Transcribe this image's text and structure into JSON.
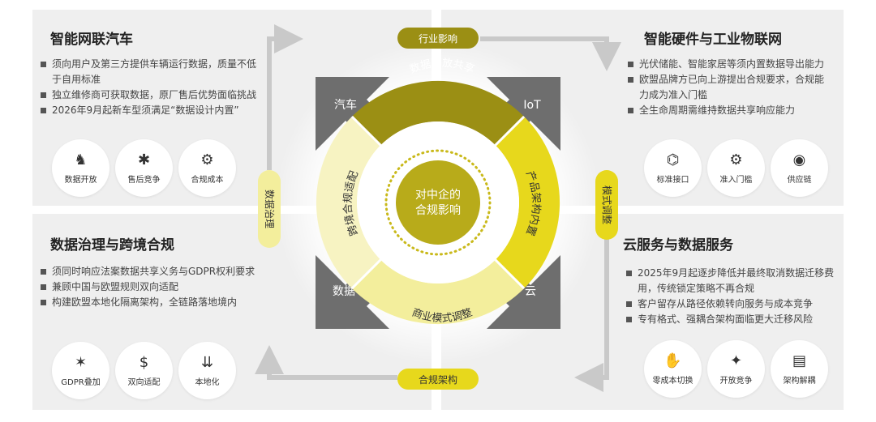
{
  "panels": {
    "tl": {
      "title": "智能网联汽车",
      "bullets": [
        "须向用户及第三方提供车辆运行数据，质量不低于自用标准",
        "独立维修商可获取数据，原厂售后优势面临挑战",
        "2026年9月起新车型须满足“数据设计内置”"
      ],
      "icons": [
        {
          "label": "数据开放",
          "glyph": "♞",
          "icon": "chess-knight-icon"
        },
        {
          "label": "售后竞争",
          "glyph": "✱",
          "icon": "puzzle-icon"
        },
        {
          "label": "合规成本",
          "glyph": "⚙",
          "icon": "gears-icon"
        }
      ]
    },
    "tr": {
      "title": "智能硬件与工业物联网",
      "bullets": [
        "光伏储能、智能家居等须内置数据导出能力",
        "欧盟品牌方已向上游提出合规要求，合规能力成为准入门槛",
        "全生命周期需维持数据共享响应能力"
      ],
      "icons": [
        {
          "label": "标准接口",
          "glyph": "⌬",
          "icon": "network-node-icon"
        },
        {
          "label": "准入门槛",
          "glyph": "⚙",
          "icon": "gear-icon"
        },
        {
          "label": "供应链",
          "glyph": "◉",
          "icon": "eye-icon"
        }
      ]
    },
    "bl": {
      "title": "数据治理与跨境合规",
      "bullets": [
        "须同时响应法案数据共享义务与GDPR权利要求",
        "兼顾中国与欧盟规则双向适配",
        "构建欧盟本地化隔离架构，全链路落地境内"
      ],
      "icons": [
        {
          "label": "GDPR叠加",
          "glyph": "✶",
          "icon": "gear-person-icon"
        },
        {
          "label": "双向适配",
          "glyph": "$",
          "icon": "money-bag-icon"
        },
        {
          "label": "本地化",
          "glyph": "⇊",
          "icon": "cloud-download-icon"
        }
      ]
    },
    "br": {
      "title": "云服务与数据服务",
      "bullets": [
        "2025年9月起逐步降低并最终取消数据迁移费用，传统锁定策略不再合规",
        "客户留存从路径依赖转向服务与成本竞争",
        "专有格式、强耦合架构面临更大迁移风险"
      ],
      "icons": [
        {
          "label": "零成本切换",
          "glyph": "✋",
          "icon": "hand-coin-icon"
        },
        {
          "label": "开放竞争",
          "glyph": "✦",
          "icon": "people-icon"
        },
        {
          "label": "架构解耦",
          "glyph": "▤",
          "icon": "chat-edit-icon"
        }
      ]
    }
  },
  "cycle_labels": {
    "top": "行业影响",
    "right": "模式调整",
    "bottom": "合规架构",
    "left": "数据治理"
  },
  "arrows": {
    "tl": "汽车",
    "tr": "IoT",
    "bl": "数据",
    "br": "云"
  },
  "ring": {
    "top": "数据开放共享",
    "right": "产品架构内置",
    "bottom": "商业模式调整",
    "left": "跨境合规适配"
  },
  "center": {
    "line1": "对中企的",
    "line2": "合规影响"
  },
  "colors": {
    "dark_olive": "#9b8f14",
    "mid_olive": "#b8ab1a",
    "bright_yellow": "#e7d81c",
    "pale_yellow": "#f3ee9c",
    "gray_arrow": "#6e6e6e",
    "panel_bg": "#efefef"
  }
}
